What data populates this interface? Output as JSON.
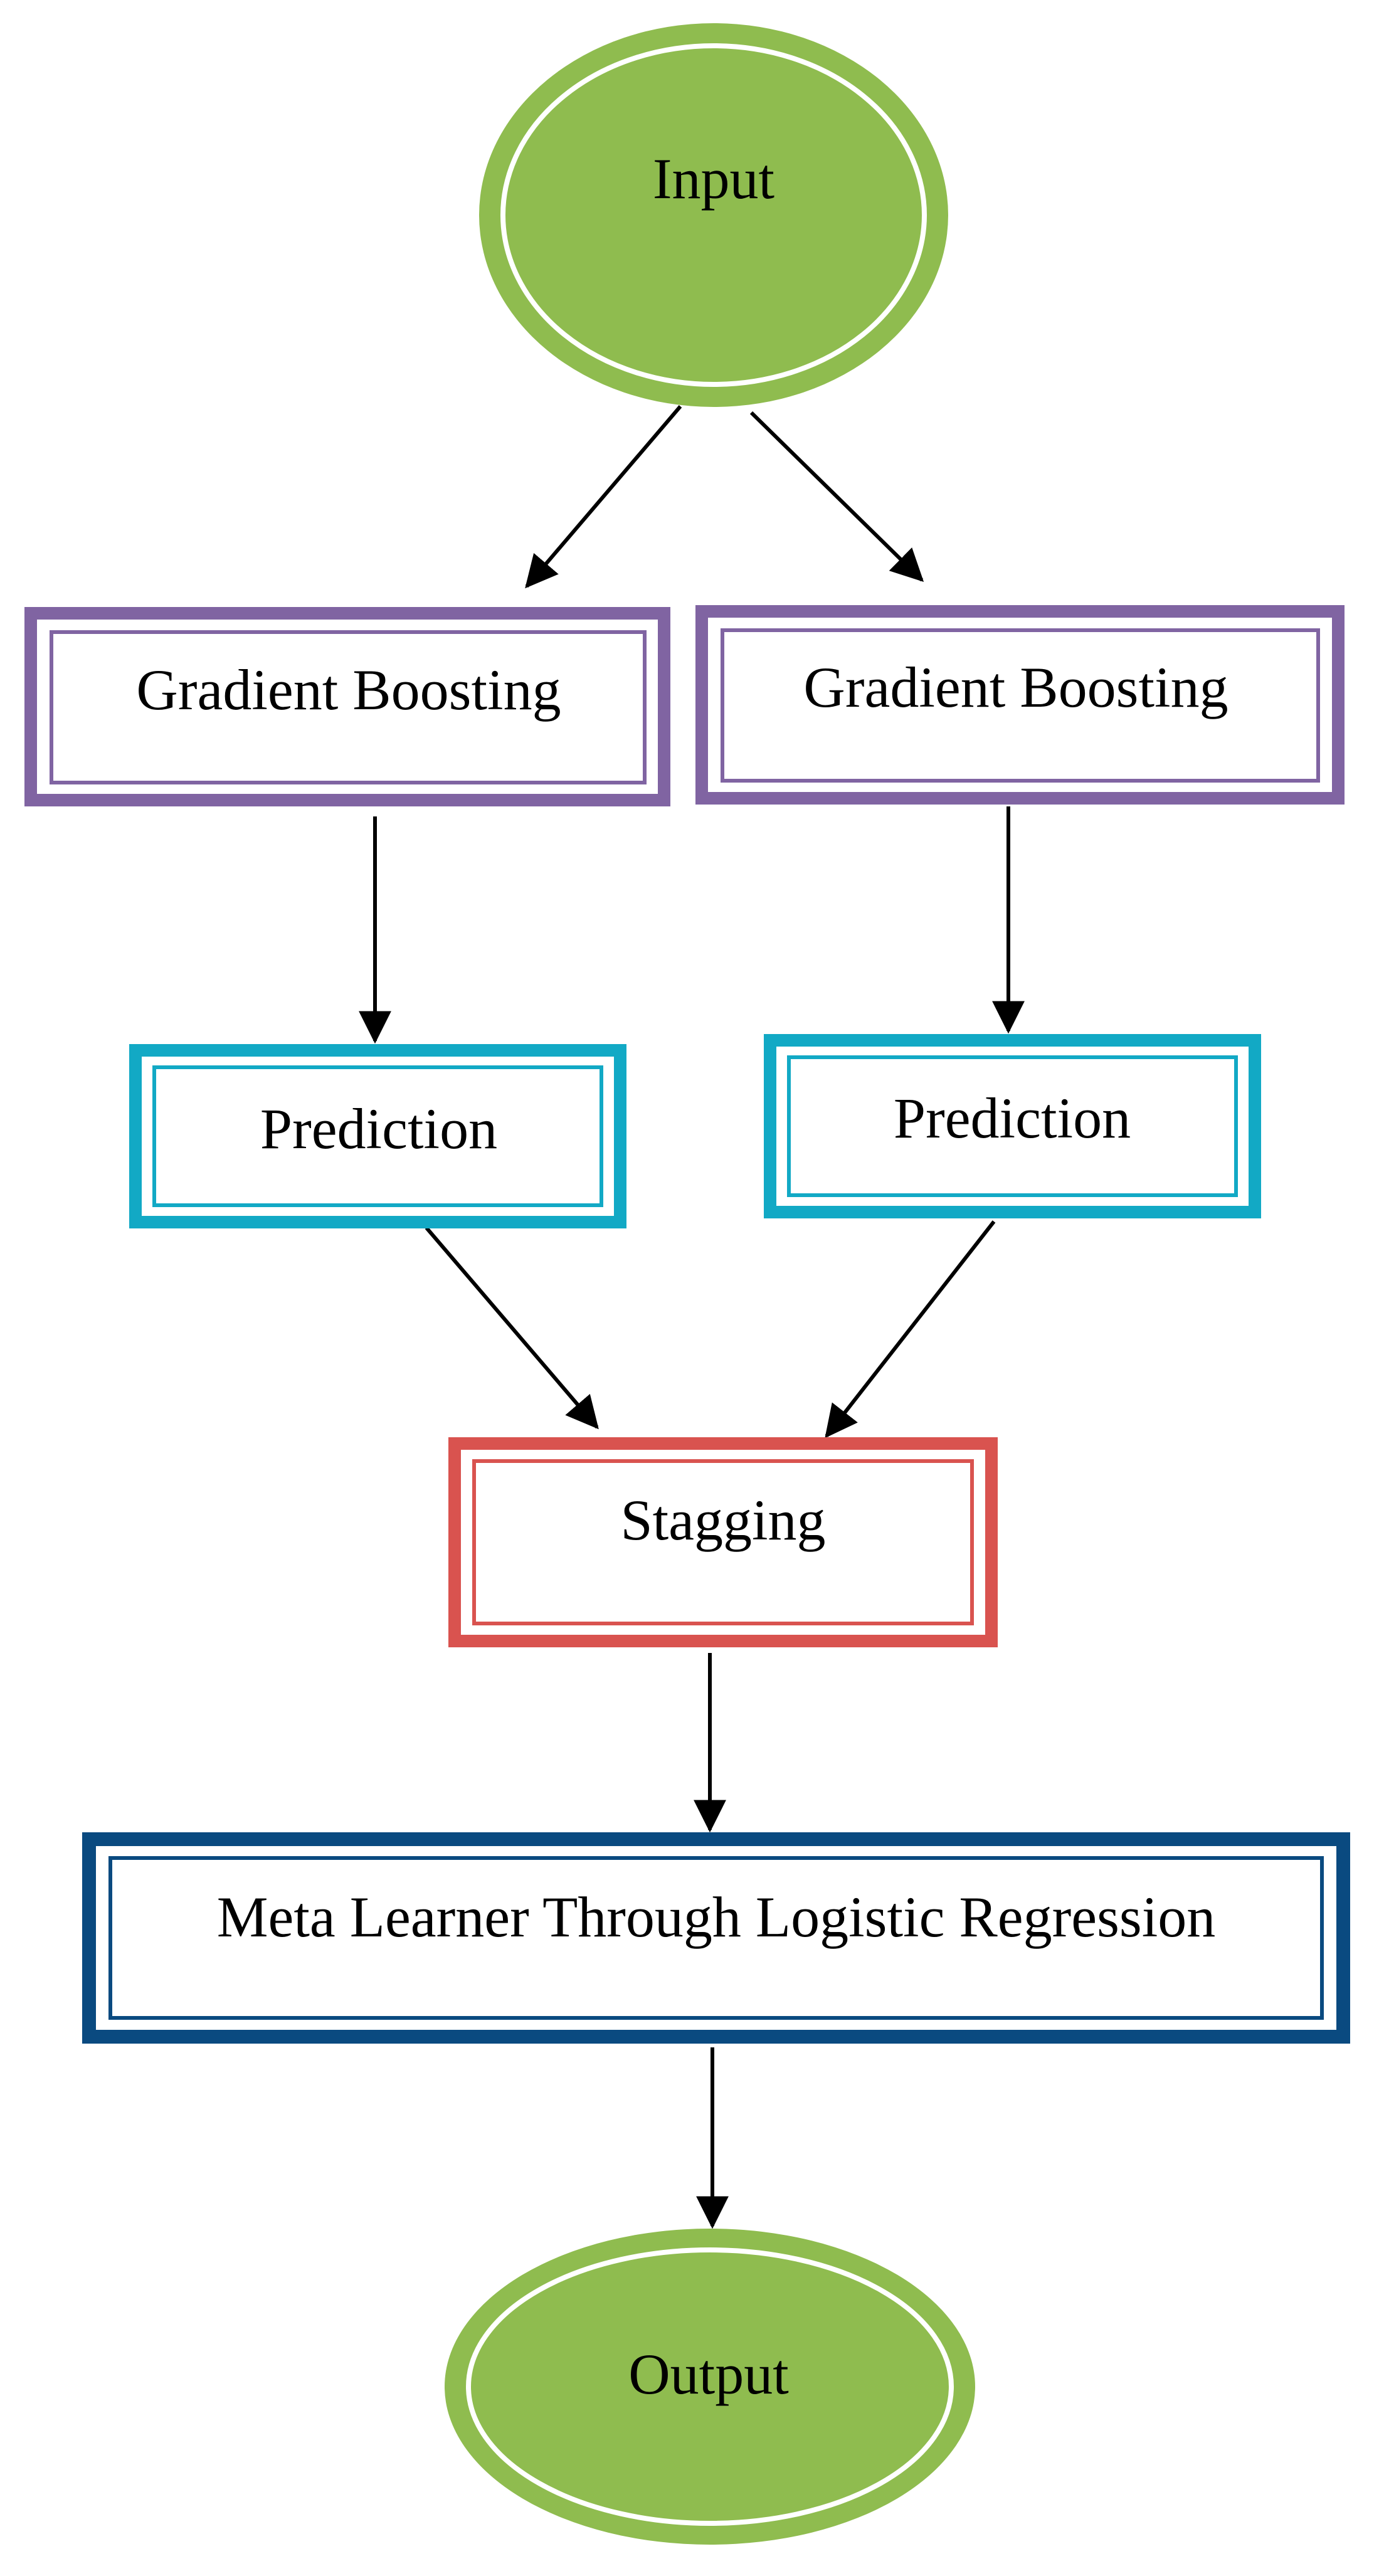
{
  "nodes": {
    "input": {
      "label": "Input",
      "shape": "ellipse",
      "color": "#8fbc4f"
    },
    "gb_left": {
      "label": "Gradient Boosting",
      "shape": "rectangle",
      "color": "#8064a2"
    },
    "gb_right": {
      "label": "Gradient Boosting",
      "shape": "rectangle",
      "color": "#8064a2"
    },
    "pred_left": {
      "label": "Prediction",
      "shape": "rectangle",
      "color": "#12a9c5"
    },
    "pred_right": {
      "label": "Prediction",
      "shape": "rectangle",
      "color": "#12a9c5"
    },
    "stagging": {
      "label": "Stagging",
      "shape": "rectangle",
      "color": "#d9534f"
    },
    "meta": {
      "label": "Meta Learner Through Logistic Regression",
      "shape": "rectangle",
      "color": "#0a4a80"
    },
    "output": {
      "label": "Output",
      "shape": "ellipse",
      "color": "#8fbc4f"
    }
  },
  "edges": [
    {
      "from": "input",
      "to": "gb_left"
    },
    {
      "from": "input",
      "to": "gb_right"
    },
    {
      "from": "gb_left",
      "to": "pred_left"
    },
    {
      "from": "gb_right",
      "to": "pred_right"
    },
    {
      "from": "pred_left",
      "to": "stagging"
    },
    {
      "from": "pred_right",
      "to": "stagging"
    },
    {
      "from": "stagging",
      "to": "meta"
    },
    {
      "from": "meta",
      "to": "output"
    }
  ]
}
